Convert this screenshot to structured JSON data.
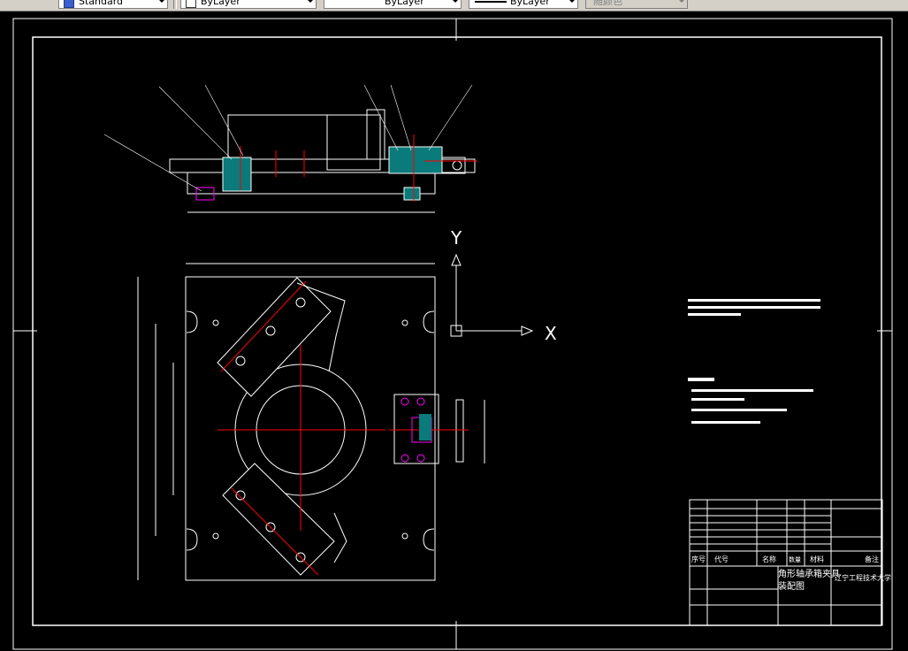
{
  "toolbar": {
    "style_combo": "Standard",
    "layer_combo": "ByLayer",
    "linetype_combo": "ByLayer",
    "lineweight_combo": "ByLayer",
    "color_combo": "随颜色"
  },
  "drawing": {
    "axis_y_label": "Y",
    "axis_x_label": "X",
    "title_block": {
      "drawing_title": "角形轴承箱夹具",
      "drawing_subtitle": "装配图",
      "school": "辽宁工程技术大学",
      "header_no": "序号",
      "header_code": "代号",
      "header_name": "名称",
      "header_qty": "数量",
      "header_material": "材料",
      "header_remark": "备注"
    }
  }
}
